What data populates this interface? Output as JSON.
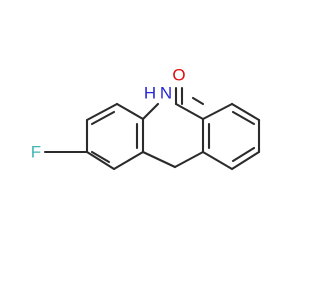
{
  "molecule": {
    "atoms": {
      "fluorine": {
        "symbol": "F",
        "color": "#3fb5b5"
      },
      "nitrogen": {
        "symbol": "N",
        "color": "#2727d8"
      },
      "hydrogen": {
        "symbol": "H",
        "color": "#2727d8"
      },
      "oxygen": {
        "symbol": "O",
        "color": "#e01010"
      }
    },
    "bond_color": "#2b2b2b",
    "background": "#ffffff"
  }
}
